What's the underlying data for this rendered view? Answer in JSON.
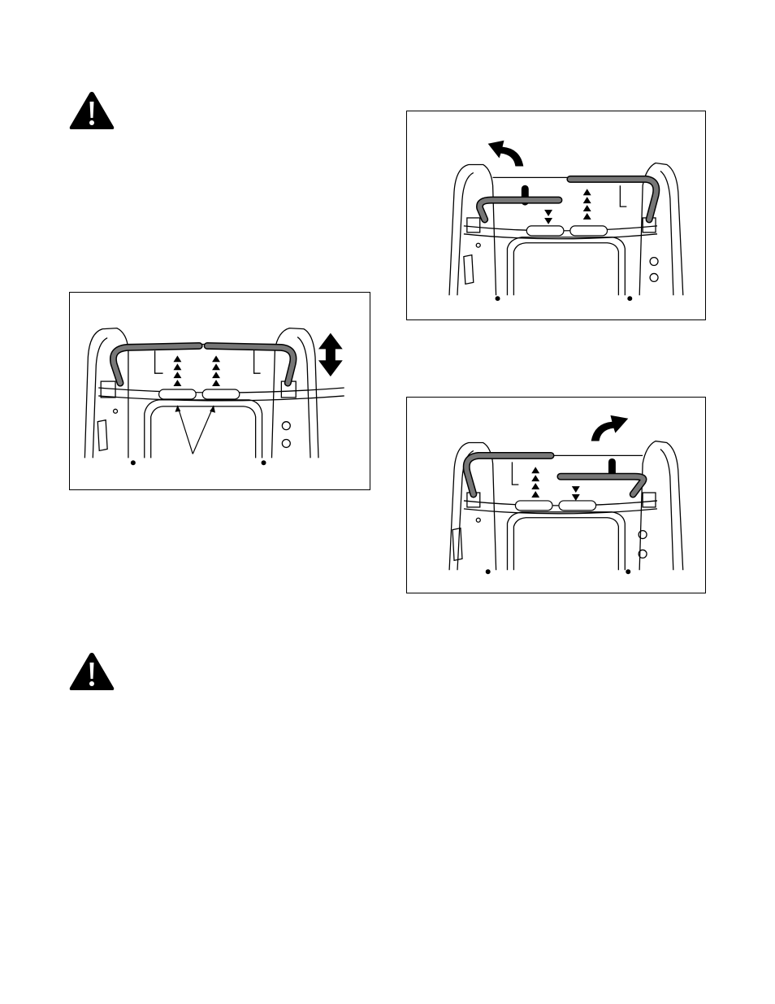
{
  "page": {
    "warnings": [
      {
        "icon": "warning-triangle-icon"
      },
      {
        "icon": "warning-triangle-icon"
      }
    ],
    "figures": [
      {
        "name": "handlebar-both-adjusted",
        "motion_icon": "up-down-arrow-icon",
        "callout": "grip-pointer-arrows"
      },
      {
        "name": "handlebar-left-lowered",
        "motion_icon": "curved-arrow-left-icon"
      },
      {
        "name": "handlebar-right-lowered",
        "motion_icon": "curved-arrow-right-icon"
      }
    ],
    "colors": {
      "line": "#000000",
      "grip": "#777777",
      "background": "#ffffff"
    }
  }
}
